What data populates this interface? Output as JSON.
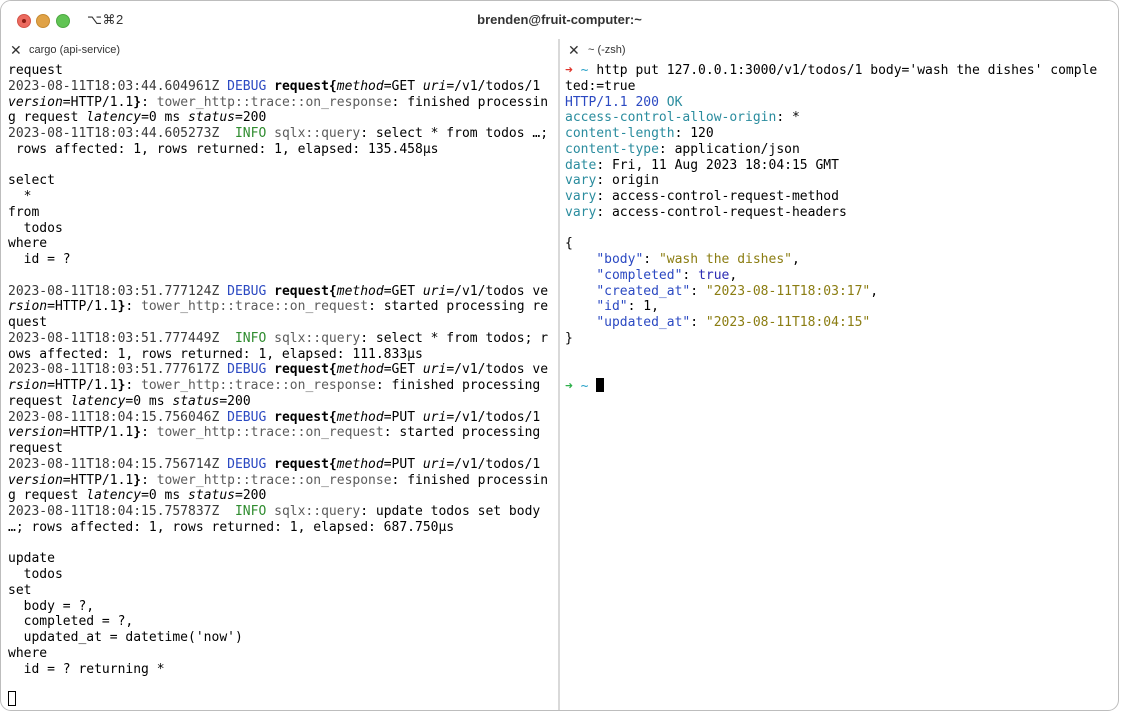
{
  "window": {
    "title": "brenden@fruit-computer:~",
    "shortcut": "⌥⌘2"
  },
  "tabs": [
    {
      "label": "cargo (api-service)",
      "close": "✕"
    },
    {
      "label": "~ (-zsh)",
      "close": "✕"
    }
  ],
  "left_pane": {
    "lines": [
      "request",
      "2023-08-11T18:03:44.604961Z DEBUG request{method=GET uri=/v1/todos/1",
      "version=HTTP/1.1}: tower_http::trace::on_response: finished processin",
      "g request latency=0 ms status=200",
      "2023-08-11T18:03:44.605273Z  INFO sqlx::query: select * from todos …;",
      " rows affected: 1, rows returned: 1, elapsed: 135.458µs",
      "",
      "select",
      "  *",
      "from",
      "  todos",
      "where",
      "  id = ?",
      "",
      "2023-08-11T18:03:51.777124Z DEBUG request{method=GET uri=/v1/todos ve",
      "rsion=HTTP/1.1}: tower_http::trace::on_request: started processing re",
      "quest",
      "2023-08-11T18:03:51.777449Z  INFO sqlx::query: select * from todos; r",
      "ows affected: 1, rows returned: 1, elapsed: 111.833µs",
      "2023-08-11T18:03:51.777617Z DEBUG request{method=GET uri=/v1/todos ve",
      "rsion=HTTP/1.1}: tower_http::trace::on_response: finished processing",
      "request latency=0 ms status=200",
      "2023-08-11T18:04:15.756046Z DEBUG request{method=PUT uri=/v1/todos/1",
      "version=HTTP/1.1}: tower_http::trace::on_request: started processing",
      "request",
      "2023-08-11T18:04:15.756714Z DEBUG request{method=PUT uri=/v1/todos/1",
      "version=HTTP/1.1}: tower_http::trace::on_response: finished processin",
      "g request latency=0 ms status=200",
      "2023-08-11T18:04:15.757837Z  INFO sqlx::query: update todos set body",
      "…; rows affected: 1, rows returned: 1, elapsed: 687.750µs",
      "",
      "update",
      "  todos",
      "set",
      "  body = ?,",
      "  completed = ?,",
      "  updated_at = datetime('now')",
      "where",
      "  id = ? returning *"
    ]
  },
  "right_pane": {
    "prompt_arrow": "➜",
    "prompt_dir": "~",
    "command_line_1": "http put 127.0.0.1:3000/v1/todos/1 body='wash the dishes' comple",
    "command_line_2": "ted:=true",
    "status": {
      "protocol": "HTTP/1.1",
      "code": "200",
      "reason": "OK"
    },
    "headers": [
      {
        "name": "access-control-allow-origin",
        "value": "*"
      },
      {
        "name": "content-length",
        "value": "120"
      },
      {
        "name": "content-type",
        "value": "application/json"
      },
      {
        "name": "date",
        "value": "Fri, 11 Aug 2023 18:04:15 GMT"
      },
      {
        "name": "vary",
        "value": "origin"
      },
      {
        "name": "vary",
        "value": "access-control-request-method"
      },
      {
        "name": "vary",
        "value": "access-control-request-headers"
      }
    ],
    "json_open": "{",
    "json_close": "}",
    "json_body": [
      {
        "key": "\"body\"",
        "value": "\"wash the dishes\"",
        "type": "string"
      },
      {
        "key": "\"completed\"",
        "value": "true",
        "type": "bool"
      },
      {
        "key": "\"created_at\"",
        "value": "\"2023-08-11T18:03:17\"",
        "type": "string"
      },
      {
        "key": "\"id\"",
        "value": "1",
        "type": "number"
      },
      {
        "key": "\"updated_at\"",
        "value": "\"2023-08-11T18:04:15\"",
        "type": "string"
      }
    ]
  },
  "colors": {
    "debug": "#2b49c2",
    "info": "#2f8c2f",
    "json_key": "#2b49c2",
    "json_string": "#8b7d12",
    "prompt_error": "#e0362d",
    "prompt_ok": "#2fb04b"
  }
}
